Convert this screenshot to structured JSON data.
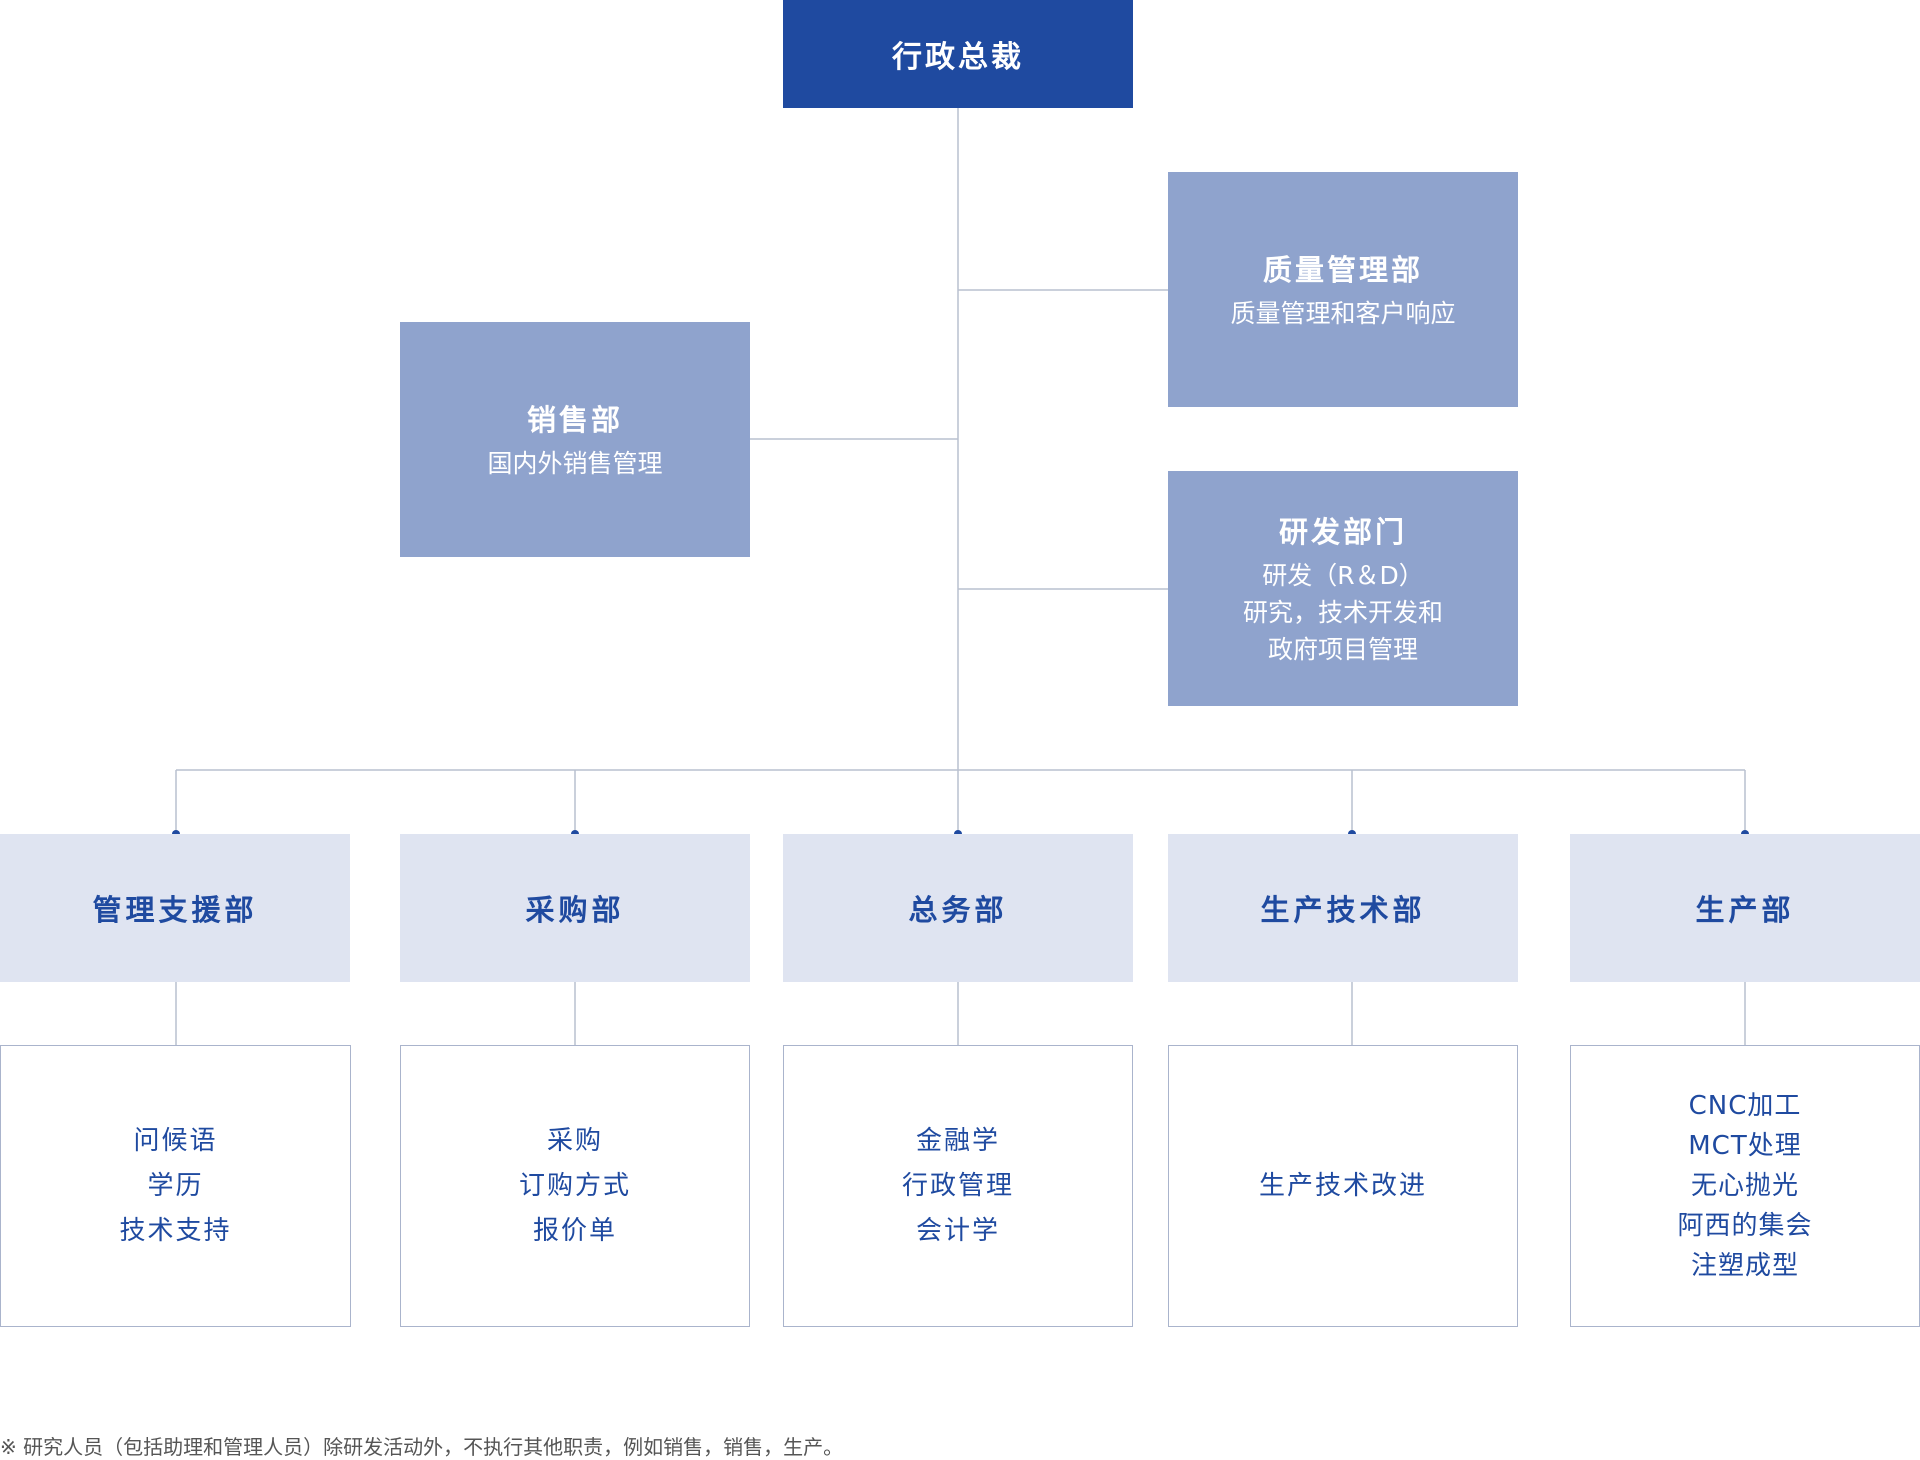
{
  "top": {
    "title": "行政总裁"
  },
  "side": {
    "sales": {
      "title": "销售部",
      "lines": [
        "国内外销售管理"
      ]
    },
    "quality": {
      "title": "质量管理部",
      "lines": [
        "质量管理和客户响应"
      ]
    },
    "rnd": {
      "title": "研发部门",
      "lines": [
        "研发（R＆D）",
        "研究，技术开发和",
        "政府项目管理"
      ]
    }
  },
  "departments": [
    {
      "title": "管理支援部",
      "duties": [
        "问候语",
        "学历",
        "技术支持"
      ]
    },
    {
      "title": "采购部",
      "duties": [
        "采购",
        "订购方式",
        "报价单"
      ]
    },
    {
      "title": "总务部",
      "duties": [
        "金融学",
        "行政管理",
        "会计学"
      ]
    },
    {
      "title": "生产技术部",
      "duties": [
        "生产技术改进"
      ]
    },
    {
      "title": "生产部",
      "duties": [
        "CNC加工",
        "MCT处理",
        "无心抛光",
        "阿西的集会",
        "注塑成型"
      ]
    }
  ],
  "footnote": "※ 研究人员（包括助理和管理人员）除研发活动外，不执行其他职责，例如销售，销售，生产。",
  "colors": {
    "top": "#1f4aa0",
    "mid": "#8fa3cd",
    "dept": "#dfe4f1",
    "text": "#1f4aa0",
    "line": "#b9c0cf"
  }
}
